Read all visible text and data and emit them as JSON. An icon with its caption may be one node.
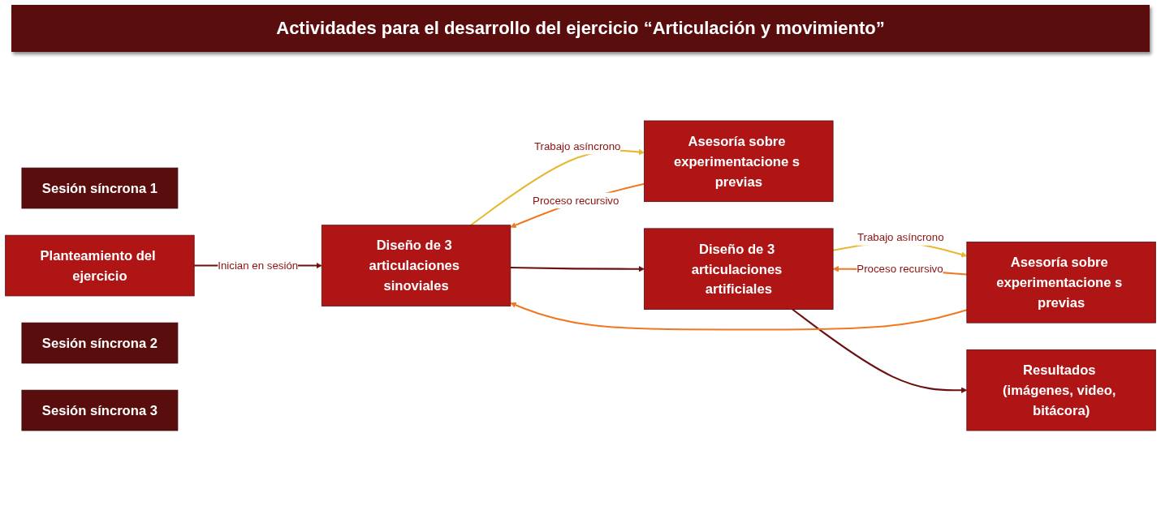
{
  "diagram": {
    "title": "Actividades para el desarrollo del ejercicio “Articulación y movimiento”",
    "nodes": [
      {
        "text": [
          "Sesión síncrona 1"
        ]
      },
      {
        "text": [
          "Planteamiento del ejercicio"
        ]
      },
      {
        "text": [
          "Sesión síncrona 2"
        ]
      },
      {
        "text": [
          "Asesoría sobre experimentacione s previas"
        ]
      },
      {
        "text": [
          "Sesión síncrona 3"
        ]
      },
      {
        "text": [
          "Asesoría sobre experimentacione s previas"
        ]
      },
      {
        "text": [
          "Diseño de 3 articulaciones sinoviales"
        ]
      },
      {
        "text": [
          "Diseño de 3 articulaciones artificiales"
        ]
      },
      {
        "text": [
          "Resultados (imágenes, video, bitácora)"
        ]
      }
    ],
    "edges": [
      {
        "from": 1,
        "to": 6,
        "arrow": "to",
        "label": "Inician en sesión"
      },
      {
        "from": 6,
        "to": 3,
        "arrow": "to",
        "label": "Trabajo asíncrono",
        "color": "#e8b830"
      },
      {
        "from": 6,
        "to": 7,
        "arrow": "to"
      },
      {
        "from": 7,
        "to": 5,
        "arrow": "to",
        "label": "Trabajo asíncrono",
        "color": "#e8b830"
      },
      {
        "from": 7,
        "to": 8,
        "arrow": "to"
      },
      {
        "from": 3,
        "to": 6,
        "arrow": "to",
        "label": "Proceso recursivo",
        "color": "#f07820"
      },
      {
        "from": 5,
        "to": 7,
        "arrow": "to",
        "label": "Proceso recursivo",
        "color": "#f07820"
      },
      {
        "from": 5,
        "to": 6,
        "arrow": "to",
        "color": "#f07820"
      }
    ]
  }
}
